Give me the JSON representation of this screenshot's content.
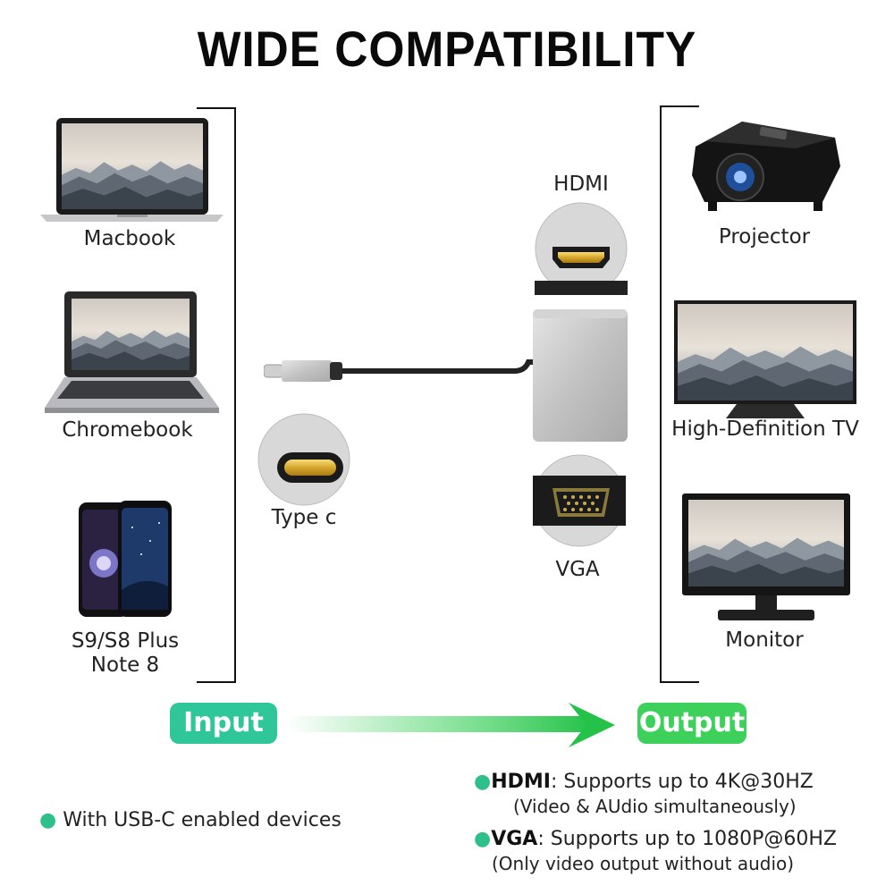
{
  "title": "WIDE COMPATIBILITY",
  "input_devices": [
    "Macbook",
    "Chromebook",
    "S9/S8 Plus",
    "Note 8"
  ],
  "connector_labels": {
    "hdmi": "HDMI",
    "typec": "Type c",
    "vga": "VGA"
  },
  "output_devices": [
    "Projector",
    "High-Definition TV",
    "Monitor"
  ],
  "flow": {
    "input": "Input",
    "output": "Output"
  },
  "notes": {
    "usb_c": "With USB-C enabled devices",
    "hdmi_label": "HDMI",
    "hdmi_text": ": Supports up to 4K@30HZ",
    "hdmi_sub": "(Video & AUdio simultaneously)",
    "vga_label": "VGA",
    "vga_text": ": Supports up to 1080P@60HZ",
    "vga_sub": "(Only video output without audio)"
  },
  "colors": {
    "input_pill": "#2fc79a",
    "output_pill": "#3dd15c",
    "bullet": "#2fbf8a"
  },
  "icons": [
    "macbook-image",
    "chromebook-image",
    "phone-image",
    "hdmi-port-icon",
    "typec-plug-icon",
    "vga-port-icon",
    "projector-image",
    "tv-image",
    "monitor-image",
    "arrow-icon"
  ]
}
